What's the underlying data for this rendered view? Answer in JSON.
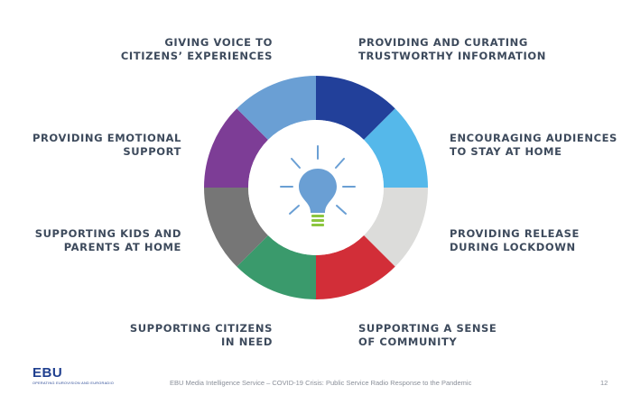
{
  "diagram": {
    "segments": [
      {
        "id": "providing-curating",
        "color": "#22409a"
      },
      {
        "id": "encouraging-stay-home",
        "color": "#55b8ea"
      },
      {
        "id": "providing-release",
        "color": "#dcdcda"
      },
      {
        "id": "supporting-community",
        "color": "#d22e38"
      },
      {
        "id": "supporting-citizens-need",
        "color": "#3a9a6c"
      },
      {
        "id": "supporting-kids-parents",
        "color": "#767676"
      },
      {
        "id": "providing-emotional-support",
        "color": "#7d3d96"
      },
      {
        "id": "giving-voice",
        "color": "#6a9fd4"
      }
    ],
    "center_icon": "lightbulb-icon",
    "bulb_color": "#6a9fd4",
    "base_color": "#8cc63f"
  },
  "labels": {
    "giving_voice": [
      "GIVING VOICE TO",
      "CITIZENS’ EXPERIENCES"
    ],
    "providing_curating": [
      "PROVIDING AND CURATING",
      "TRUSTWORTHY INFORMATION"
    ],
    "emotional_support": [
      "PROVIDING EMOTIONAL",
      "SUPPORT"
    ],
    "encouraging": [
      "ENCOURAGING AUDIENCES",
      "TO STAY AT HOME"
    ],
    "kids_parents": [
      "SUPPORTING KIDS AND",
      "PARENTS AT HOME"
    ],
    "release": [
      "PROVIDING RELEASE",
      "DURING LOCKDOWN"
    ],
    "citizens_need": [
      "SUPPORTING CITIZENS",
      "IN NEED"
    ],
    "community": [
      "SUPPORTING A SENSE",
      "OF COMMUNITY"
    ]
  },
  "footer": {
    "logo": "EBU",
    "tagline": "OPERATING EUROVISION AND EURORADIO",
    "text": "EBU Media Intelligence Service – COVID-19 Crisis: Public Service Radio Response to the Pandemic",
    "page_number": "12"
  }
}
